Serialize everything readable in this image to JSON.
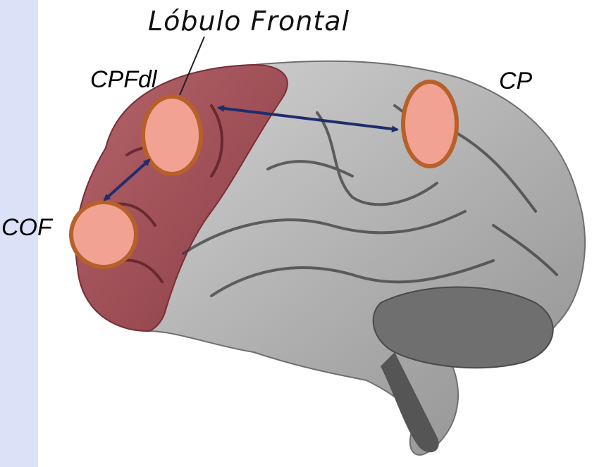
{
  "title": "Lóbulo Frontal",
  "regions": {
    "cpfdl": "CPFdl",
    "cp": "CP",
    "cof": "COF"
  },
  "colors": {
    "side_bar": "#dbe2f7",
    "frontal_lobe": "#a8555c",
    "brain_gray": "#bdbdbd",
    "region_fill": "#f1a293",
    "region_stroke": "#b7602a",
    "arrow": "#1f2d6b"
  }
}
